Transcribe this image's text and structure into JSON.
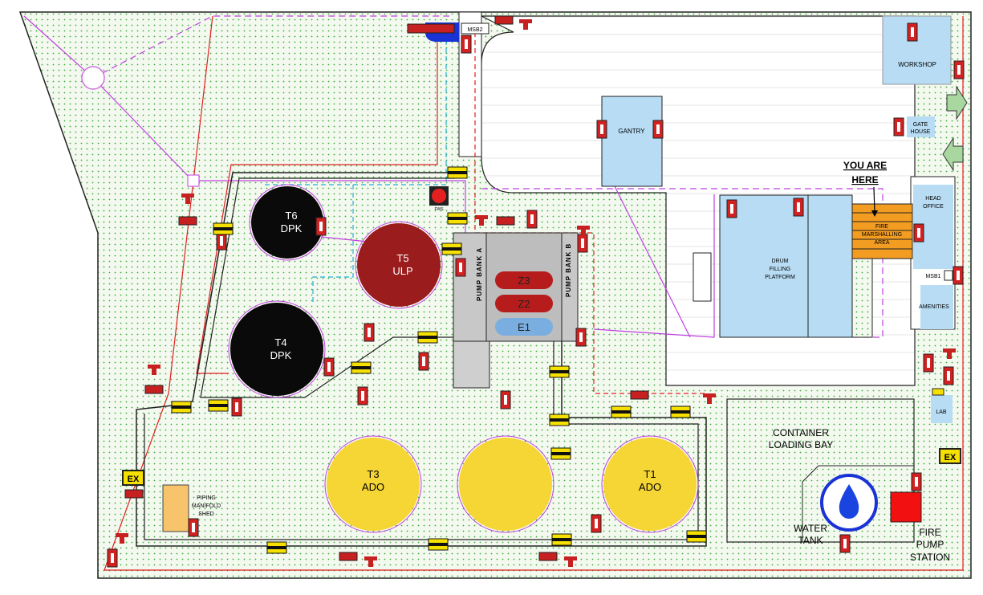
{
  "tanks": [
    {
      "id": "T6",
      "line1": "T6",
      "line2": "DPK",
      "color": "#0a0a0a",
      "text_color": "#ffffff"
    },
    {
      "id": "T5",
      "line1": "T5",
      "line2": "ULP",
      "color": "#9b1c1c",
      "text_color": "#ffffff"
    },
    {
      "id": "T4",
      "line1": "T4",
      "line2": "DPK",
      "color": "#0a0a0a",
      "text_color": "#ffffff"
    },
    {
      "id": "T3",
      "line1": "T3",
      "line2": "ADO",
      "color": "#f5d634",
      "text_color": "#000000"
    },
    {
      "id": "T2",
      "line1": "",
      "line2": "",
      "color": "#f5d634",
      "text_color": "#000000"
    },
    {
      "id": "T1",
      "line1": "T1",
      "line2": "ADO",
      "color": "#f5d634",
      "text_color": "#000000"
    }
  ],
  "pumps": {
    "bank_a": "PUMP BANK A",
    "bank_b": "PUMP BANK B",
    "units": [
      {
        "label": "Z3",
        "color": "#b71c1c"
      },
      {
        "label": "Z2",
        "color": "#b71c1c"
      },
      {
        "label": "E1",
        "color": "#7aaee0"
      }
    ]
  },
  "buildings": {
    "workshop": "WORKSHOP",
    "gantry": "GANTRY",
    "gate_house": [
      "GATE",
      "HOUSE"
    ],
    "head_office": [
      "HEAD",
      "OFFICE"
    ],
    "msb1": "MSB1",
    "msb2": "MSB2",
    "amenities": "AMENITIES",
    "lab": "LAB",
    "drum_filling": [
      "DRUM",
      "FILLING",
      "PLATFORM"
    ],
    "fire_marshalling": [
      "FIRE",
      "MARSHALLING",
      "AREA"
    ],
    "container_bay": [
      "CONTAINER",
      "LOADING BAY"
    ],
    "water_tank": [
      "WATER",
      "TANK"
    ],
    "fire_pump": [
      "FIRE",
      "PUMP",
      "STATION"
    ],
    "piping_manifold": [
      "PIPING",
      "MANIFOLD",
      "SHED"
    ],
    "fws": "FWS"
  },
  "you_are_here": [
    "YOU ARE",
    "HERE"
  ],
  "exits": [
    "EX",
    "EX"
  ],
  "colors": {
    "grass": "#eef6e9",
    "grass_dot": "#3aaa3a",
    "building": "#b7dcf4",
    "orange": "#f39c22",
    "extinguisher": "#d32020",
    "pipe": "#c040e0",
    "fire_line": "#e02020",
    "water_line": "#22b0d0",
    "arrow": "#a8d8a0"
  }
}
